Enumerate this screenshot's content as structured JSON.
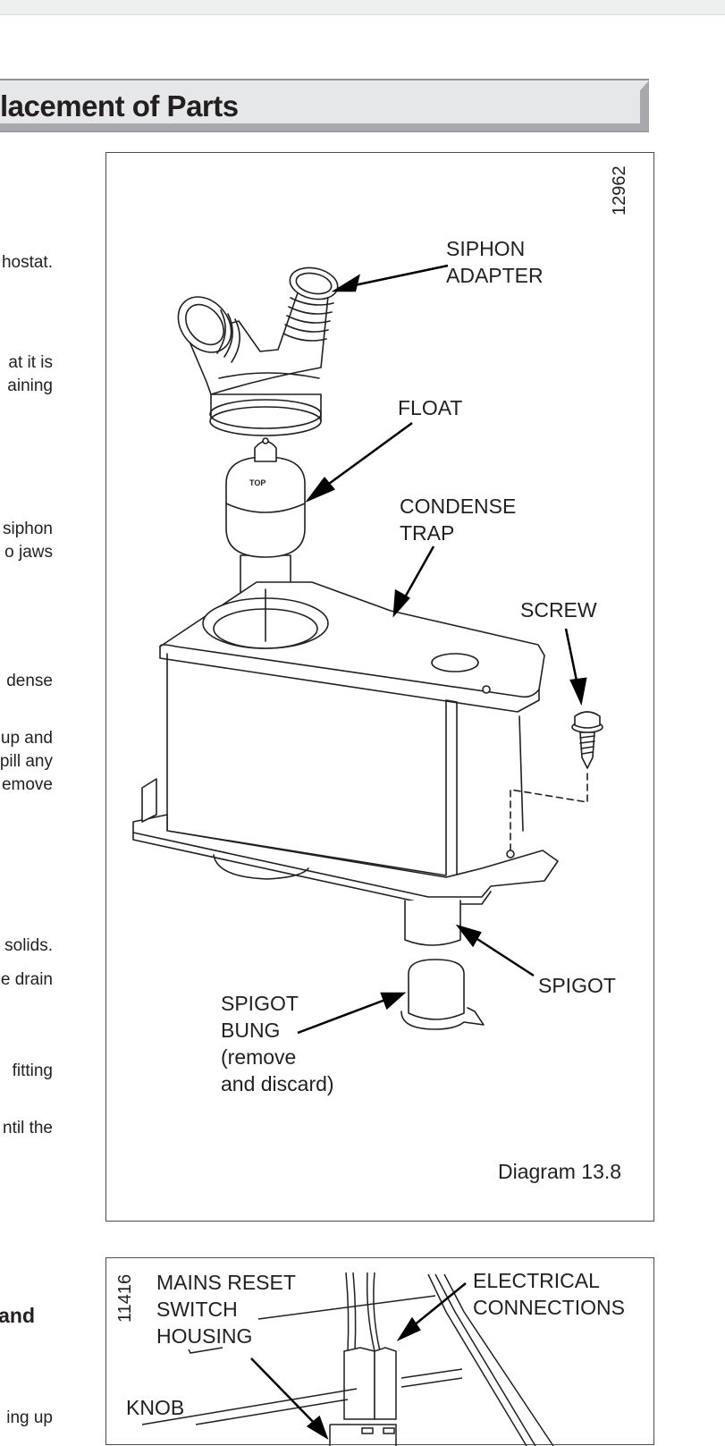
{
  "page": {
    "section_title": "lacement of Parts",
    "body_text_fragments": [
      "hostat.",
      "at it is",
      "aining",
      "siphon",
      "o jaws",
      "dense",
      "up and",
      "pill any",
      "emove",
      "solids.",
      "e drain",
      "fitting",
      "ntil the",
      "ing up"
    ],
    "subheading_fragment": "and"
  },
  "diagram_1": {
    "reference_number": "12962",
    "caption": "Diagram 13.8",
    "labels": {
      "siphon_adapter": [
        "SIPHON",
        "ADAPTER"
      ],
      "float": [
        "FLOAT"
      ],
      "condense_trap": [
        "CONDENSE",
        "TRAP"
      ],
      "screw": [
        "SCREW"
      ],
      "spigot": [
        "SPIGOT"
      ],
      "spigot_bung": [
        "SPIGOT",
        "BUNG",
        "(remove",
        "and discard)"
      ]
    },
    "float_markings": [
      "TOP"
    ]
  },
  "diagram_2": {
    "reference_number": "11416",
    "labels": {
      "mains_reset_switch_housing": [
        "MAINS RESET",
        "SWITCH",
        "HOUSING"
      ],
      "electrical_connections": [
        "ELECTRICAL",
        "CONNECTIONS"
      ],
      "knob": [
        "KNOB"
      ]
    }
  }
}
